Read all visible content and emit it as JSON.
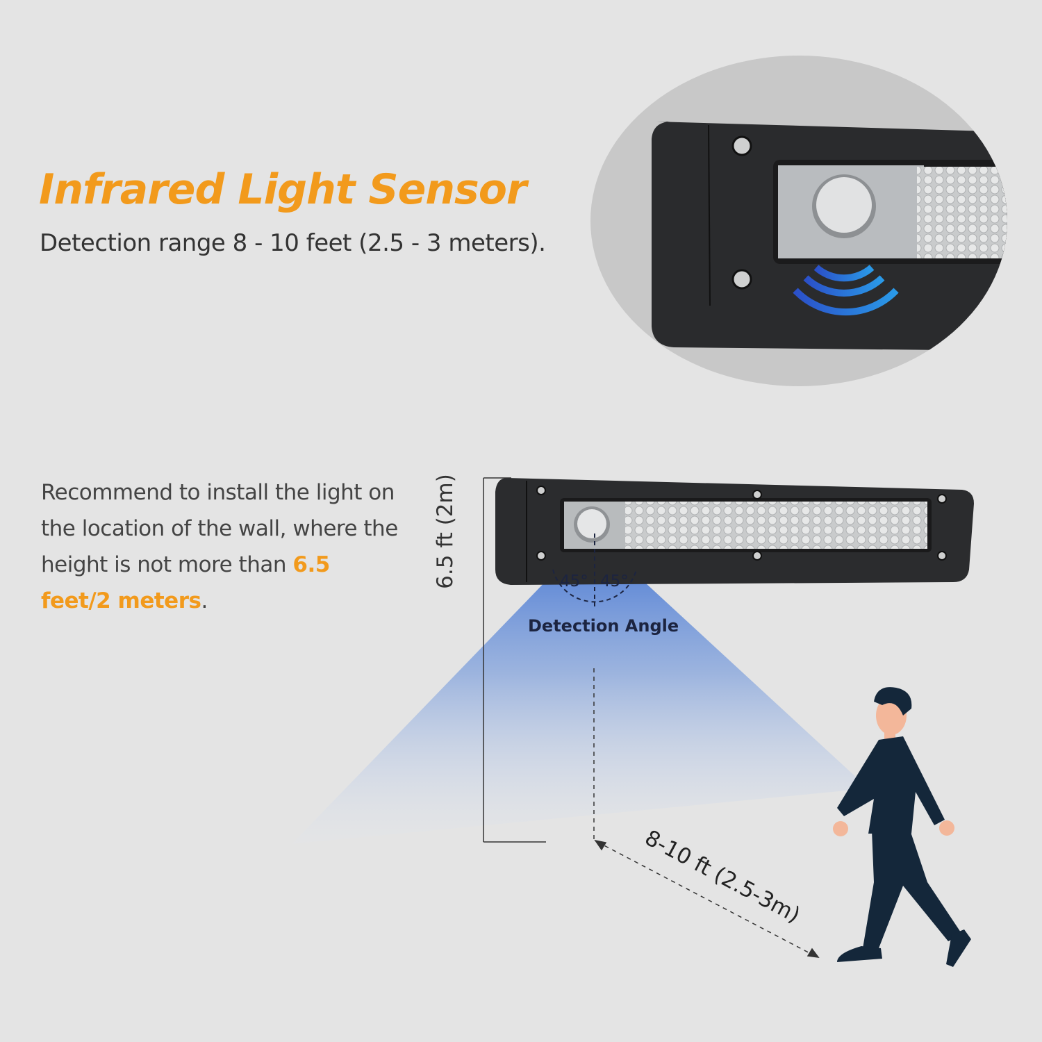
{
  "header": {
    "title": "Infrared Light Sensor",
    "subtitle": "Detection range 8 - 10 feet (2.5 - 3 meters)."
  },
  "install_note": {
    "text_before": "Recommend to install the light on the location of the wall, where the height is not more than ",
    "highlight": "6.5 feet/2 meters",
    "text_after": "."
  },
  "diagram": {
    "height_label": "6.5 ft (2m)",
    "angle_left": "45°",
    "angle_right": "45°",
    "angle_caption": "Detection Angle",
    "distance_label": "8-10 ft (2.5-3m)"
  },
  "colors": {
    "accent": "#f29a1c",
    "beam": "#3a6fd0",
    "suit": "#14273a"
  }
}
